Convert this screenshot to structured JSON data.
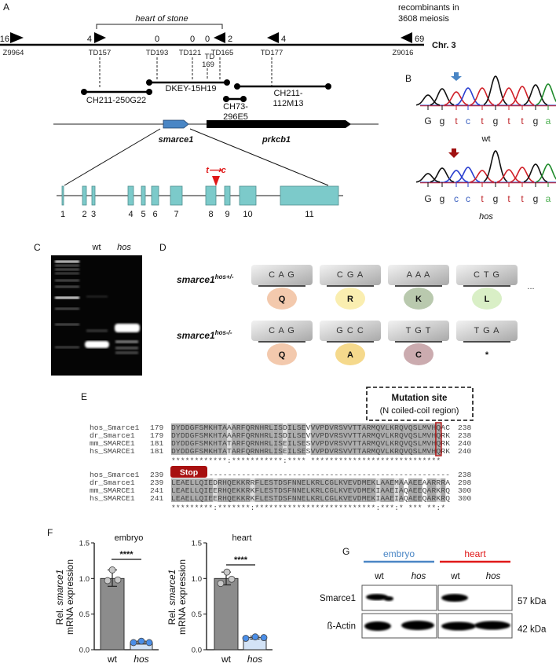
{
  "panel_labels": {
    "A": "A",
    "B": "B",
    "C": "C",
    "D": "D",
    "E": "E",
    "F": "F",
    "G": "G"
  },
  "map": {
    "region_title": "heart of stone",
    "recomb_line1": "recombinants in",
    "recomb_line2": "3608 meiosis",
    "chromosome": "Chr. 3",
    "markers": [
      {
        "name": "Z9964",
        "recombinants": "16",
        "dir": "right"
      },
      {
        "name": "TD157",
        "recombinants": "4",
        "dir": "right"
      },
      {
        "name": "TD193",
        "recombinants": "0",
        "dir": "none"
      },
      {
        "name": "TD121",
        "recombinants": "0",
        "dir": "none"
      },
      {
        "name": "TD",
        "name2": "169",
        "recombinants": "0",
        "dir": "none"
      },
      {
        "name": "TD165",
        "recombinants": "2",
        "dir": "left"
      },
      {
        "name": "TD177",
        "recombinants": "4",
        "dir": "left"
      },
      {
        "name": "Z9016",
        "recombinants": "69",
        "dir": "left"
      }
    ],
    "bacs": [
      {
        "name": "CH211-250G22"
      },
      {
        "name": "DKEY-15H19"
      },
      {
        "name": "CH211-",
        "name2": "112M13"
      },
      {
        "name": "CH73-",
        "name2": "296E5"
      }
    ],
    "genes": [
      {
        "name": "smarce1",
        "color": "#4a86c5"
      },
      {
        "name": "prkcb1",
        "color": "#000000"
      }
    ],
    "exons": [
      "1",
      "2",
      "3",
      "4",
      "5",
      "6",
      "7",
      "8",
      "9",
      "10",
      "11"
    ],
    "mutation": "t⟶c"
  },
  "sequencing": {
    "wt": {
      "label": "wt",
      "bases": [
        "G",
        "g",
        "t",
        "c",
        "t",
        "g",
        "t",
        "t",
        "g",
        "a"
      ],
      "arrow_color": "#4a86c5"
    },
    "hos": {
      "label": "hos",
      "bases": [
        "G",
        "g",
        "c",
        "c",
        "t",
        "g",
        "t",
        "t",
        "g",
        "a"
      ],
      "arrow_color": "#a01010"
    }
  },
  "gel": {
    "lanes": [
      "wt",
      "hos"
    ]
  },
  "codons": {
    "rows": [
      {
        "label": "smarce1",
        "sup": "hos+/-",
        "codons": [
          {
            "codon": "C A G",
            "aa": "Q",
            "color": "#f3c9ad"
          },
          {
            "codon": "C G A",
            "aa": "R",
            "color": "#faeeb0"
          },
          {
            "codon": "A A A",
            "aa": "K",
            "color": "#b9c9ae"
          },
          {
            "codon": "C T G",
            "aa": "L",
            "color": "#d9efc6"
          }
        ],
        "ellipsis": "..."
      },
      {
        "label": "smarce1",
        "sup": "hos-/-",
        "codons": [
          {
            "codon": "C A G",
            "aa": "Q",
            "color": "#f3c9ad"
          },
          {
            "codon": "G C C",
            "aa": "A",
            "color": "#f5d98c"
          },
          {
            "codon": "T G T",
            "aa": "C",
            "color": "#cbabaf"
          },
          {
            "codon": "T G A",
            "aa": "*",
            "color": ""
          }
        ]
      }
    ]
  },
  "alignment": {
    "callout_title": "Mutation site",
    "callout_sub": "(N coiled-coil region)",
    "stop_label": "Stop",
    "blocks": [
      {
        "rows": [
          {
            "name": "hos_Smarce1",
            "start": "179",
            "seq": "DYDDGFSMKHTAAARFQRNHRLISDILSEVVVPDVRSVVTTARMQVLKRQVQSLMVHQAC",
            "end": "238"
          },
          {
            "name": "dr_Smarce1",
            "start": "179",
            "seq": "DYDDGFSMKHTAAARFQRNHRLISDILSEVVVPDVRSVVTTARMQVLKRQVQSLMVHQRK",
            "end": "238"
          },
          {
            "name": "mm_SMARCE1",
            "start": "181",
            "seq": "DYDDGFSMKHTATARFQRNHRLISEILSESVVPDVRSVVTTARMQVLKRQVQSLMVHQRK",
            "end": "240"
          },
          {
            "name": "hs_SMARCE1",
            "start": "181",
            "seq": "DYDDGFSMKHTATARFQRNHRLISEILSESVVPDVRSVVTTARMQVLKRQVQSLMVHQRK",
            "end": "240"
          }
        ],
        "consensus": "************:***********:**** ****************************  "
      },
      {
        "rows": [
          {
            "name": "hos_Smarce1",
            "start": "239",
            "seq": "----------------------------------------------------",
            "end": "238"
          },
          {
            "name": "dr_Smarce1",
            "start": "239",
            "seq": "LEAELLQIEDRHQEKKRRFLESTDSFNNELKRLCGLKVEVDMEKLAAEMAAAEEAARRRA",
            "end": "298"
          },
          {
            "name": "mm_SMARCE1",
            "start": "241",
            "seq": "LEAELLQIEERHQEKKRKFLESTDSFNNELKRLCGLKVEVDMEKIAAEIAQAEEQARKRQ",
            "end": "300"
          },
          {
            "name": "hs_SMARCE1",
            "start": "241",
            "seq": "LEAELLQIEERHQEKKRKFLESTDSFNNELKRLCGLKVEVDMEKIAAEIAQAEEQARKRQ",
            "end": "300"
          }
        ],
        "consensus": "*********:*******:**************************:***:* *** **:* "
      }
    ]
  },
  "chart_data": [
    {
      "type": "bar",
      "title": "embryo",
      "ylabel_1": "Rel. ",
      "ylabel_italic": "smarce1",
      "ylabel_2": "mRNA expression",
      "categories": [
        "wt",
        "hos"
      ],
      "values": [
        1.0,
        0.1
      ],
      "errors": [
        [
          0.89,
          1.12
        ],
        [
          0.08,
          0.12
        ]
      ],
      "points": [
        [
          1.12,
          0.97,
          0.98
        ],
        [
          0.1,
          0.12,
          0.1
        ]
      ],
      "ylim": [
        0,
        1.5
      ],
      "yticks": [
        "0.0",
        "0.5",
        "1.0",
        "1.5"
      ],
      "significance": "****"
    },
    {
      "type": "bar",
      "title": "heart",
      "ylabel_1": "Rel. ",
      "ylabel_italic": "smarce1",
      "ylabel_2": "mRNA expression",
      "categories": [
        "wt",
        "hos"
      ],
      "values": [
        1.0,
        0.17
      ],
      "errors": [
        [
          0.91,
          1.09
        ],
        [
          0.15,
          0.19
        ]
      ],
      "points": [
        [
          1.09,
          0.93,
          0.99
        ],
        [
          0.16,
          0.18,
          0.17
        ]
      ],
      "ylim": [
        0,
        1.5
      ],
      "yticks": [
        "0.0",
        "0.5",
        "1.0",
        "1.5"
      ],
      "significance": "****"
    }
  ],
  "western": {
    "groups": [
      {
        "label": "embryo",
        "color": "#4a86c5"
      },
      {
        "label": "heart",
        "color": "#e01818"
      }
    ],
    "lanes": [
      "wt",
      "hos",
      "wt",
      "hos"
    ],
    "rows": [
      {
        "label": "Smarce1",
        "size": "57 kDa"
      },
      {
        "label": "ß-Actin",
        "size": "42 kDa"
      }
    ]
  }
}
